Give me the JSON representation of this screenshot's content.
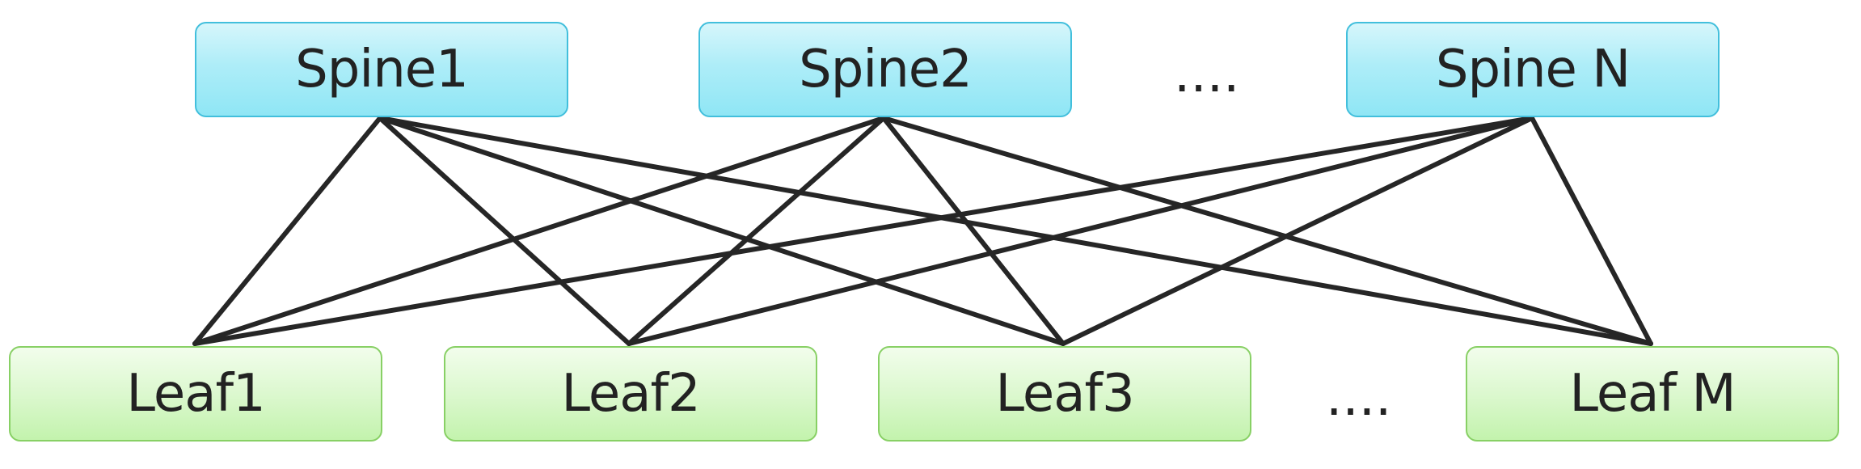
{
  "spines": [
    {
      "label": "Spine1"
    },
    {
      "label": "Spine2"
    },
    {
      "label": "Spine N"
    }
  ],
  "leaves": [
    {
      "label": "Leaf1"
    },
    {
      "label": "Leaf2"
    },
    {
      "label": "Leaf3"
    },
    {
      "label": "Leaf M"
    }
  ],
  "spine_ellipsis": "....",
  "leaf_ellipsis": "....",
  "links": [
    [
      0,
      0
    ],
    [
      0,
      1
    ],
    [
      0,
      2
    ],
    [
      0,
      3
    ],
    [
      1,
      0
    ],
    [
      1,
      1
    ],
    [
      1,
      2
    ],
    [
      1,
      3
    ],
    [
      2,
      0
    ],
    [
      2,
      1
    ],
    [
      2,
      2
    ],
    [
      2,
      3
    ]
  ],
  "colors": {
    "spine_fill": "#aeedf8",
    "spine_border": "#42bfdc",
    "leaf_fill": "#dcf8cf",
    "leaf_border": "#88d065",
    "link": "#262626"
  }
}
